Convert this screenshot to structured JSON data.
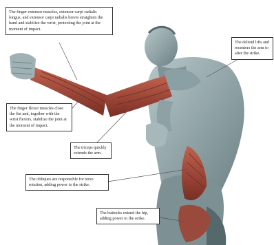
{
  "annotations": [
    {
      "id": "finger-extensors",
      "text": "The finger extensor muscles, extensor carpi radialis longus, and extensor carpi radialis brevis straighten the hand and stabilize the wrist, protecting the joint at the moment of impact."
    },
    {
      "id": "deltoid",
      "text": "The deltoid lifts and recenters the arm to alter the strike."
    },
    {
      "id": "finger-flexors",
      "text": "The finger flexor muscles close the fist and, together with the wrist flexors, stabilize the joint at the moment of impact."
    },
    {
      "id": "triceps",
      "text": "The triceps quickly extends the arm."
    },
    {
      "id": "obliques",
      "text": "The obliques are responsible for torso rotation, adding power to the strike."
    },
    {
      "id": "buttocks",
      "text": "The buttocks extend the hip, adding power to the strike."
    }
  ],
  "colors": {
    "muscle_red": "#a4483a",
    "muscle_dark": "#6e2b22",
    "body_blue": "#8fa4a8",
    "body_shadow": "#5f7478",
    "callout_border": "#333333"
  }
}
